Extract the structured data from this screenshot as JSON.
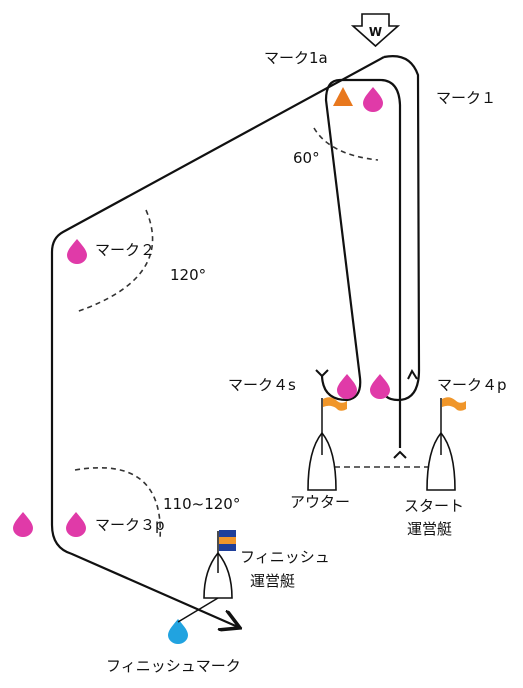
{
  "wind": {
    "label": "W"
  },
  "labels": {
    "mark1a": "マーク1a",
    "mark1": "マーク１",
    "angle60": "60°",
    "mark2": "マーク２",
    "angle120": "120°",
    "mark4s": "マーク４s",
    "mark4p": "マーク４p",
    "outer": "アウター",
    "start1": "スタート",
    "start2": "運営艇",
    "angle110": "110~120°",
    "mark3p": "マーク３p",
    "finish_boat1": "フィニッシュ",
    "finish_boat2": "運営艇",
    "finish_mark": "フィニッシュマーク"
  },
  "colors": {
    "mark_magenta": "#e03aa8",
    "mark_orange": "#e8781e",
    "mark_cyan": "#21a3e0",
    "flag_orange": "#f0962a",
    "flag_blue": "#1f3f9a",
    "line": "#111111"
  }
}
